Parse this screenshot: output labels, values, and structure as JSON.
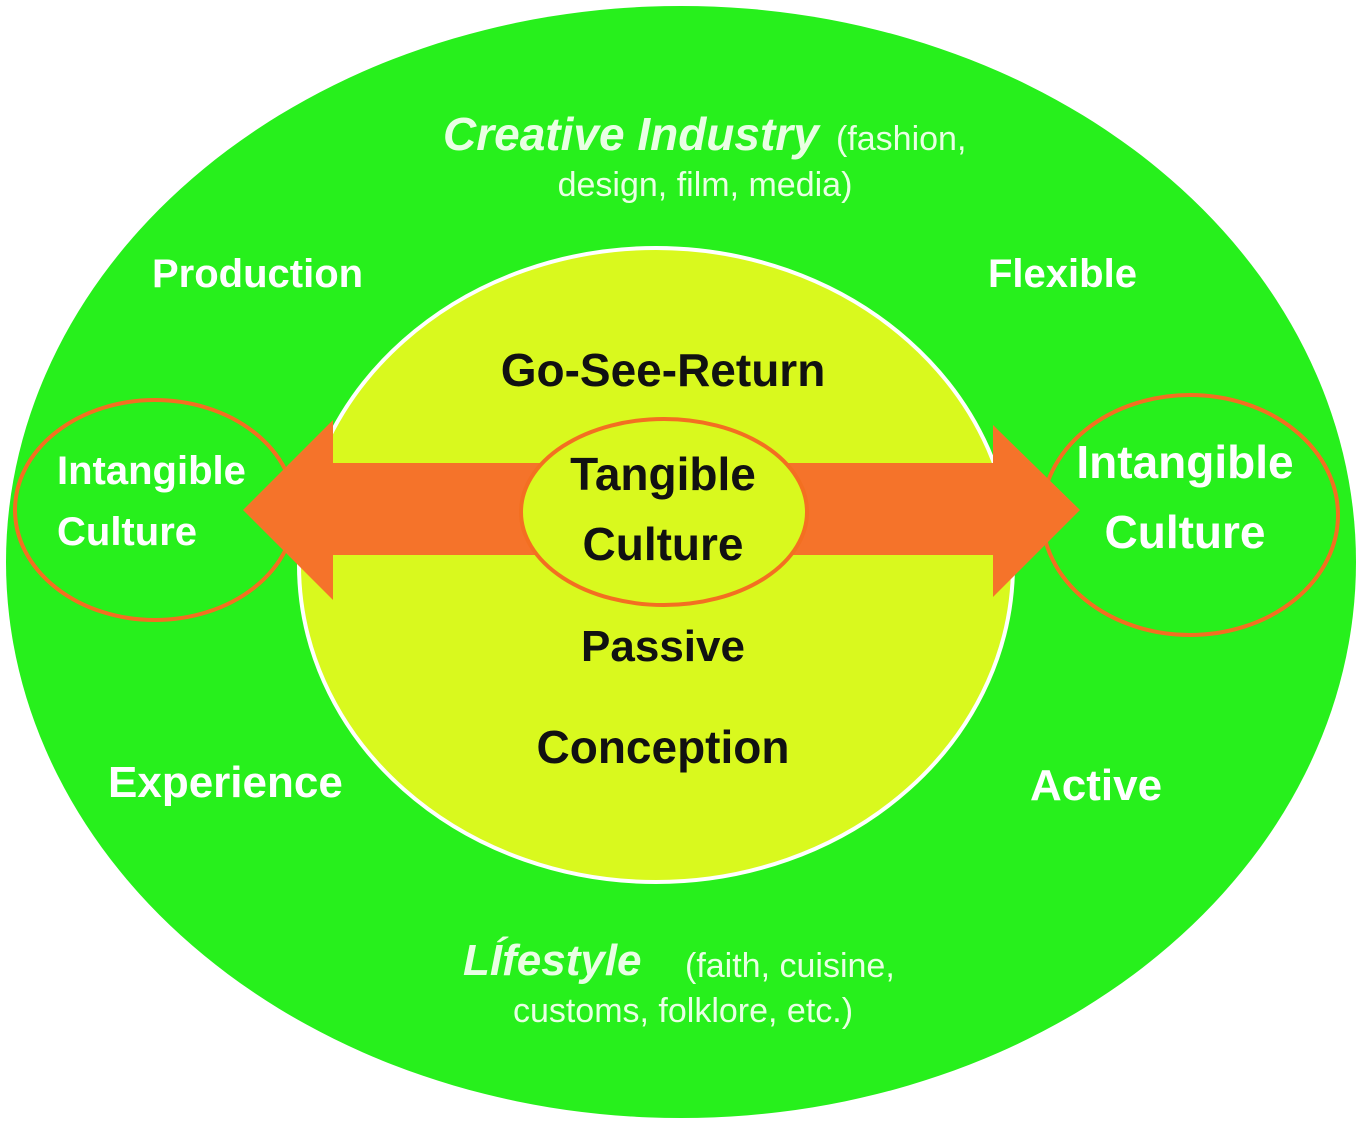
{
  "colors": {
    "outer_fill": "#27f01c",
    "inner_fill": "#d9f91e",
    "inner_border": "#ffffff",
    "arrow_fill": "#f5732a",
    "outline": "#f36f21",
    "light_text": "#ffffff",
    "note_text": "#e9ffe4",
    "dark_text": "#111111"
  },
  "outer": {
    "top_title": "Creative Industry",
    "top_note_1": "(fashion,",
    "top_note_2": "design, film, media)",
    "top_left": "Production",
    "top_right": "Flexible",
    "bottom_left": "Experience",
    "bottom_right": "Active",
    "bottom_title": "LÍfestyle",
    "bottom_note_1": "(faith, cuisine,",
    "bottom_note_2": "customs, folklore, etc.)"
  },
  "inner": {
    "top": "Go-See-Return",
    "center_line_1": "Tangible",
    "center_line_2": "Culture",
    "lower_1": "Passive",
    "lower_2": "Conception"
  },
  "left_node": {
    "line_1": "Intangible",
    "line_2": "Culture"
  },
  "right_node": {
    "line_1": "Intangible",
    "line_2": "Culture"
  }
}
